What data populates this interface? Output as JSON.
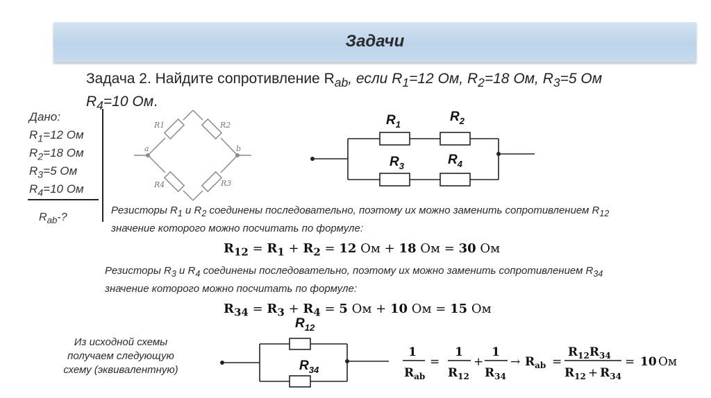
{
  "header": {
    "title": "Задачи"
  },
  "task": {
    "prefix": "Задача 2. Найдите сопротивление R",
    "sub_ab": "ab",
    "cond": ", если R",
    "s1": "1",
    "v1": "=12 Ом, R",
    "s2": "2",
    "v2": "=18 Ом, R",
    "s3": "3",
    "v3": "=5 Ом",
    "line2_r": "R",
    "s4": "4",
    "v4": "=10 Ом",
    "period": "."
  },
  "given": {
    "label": "Дано:",
    "items": [
      {
        "r": "R",
        "sub": "1",
        "val": "=12 Ом"
      },
      {
        "r": "R",
        "sub": "2",
        "val": "=18 Ом"
      },
      {
        "r": "R",
        "sub": "3",
        "val": "=5 Ом"
      },
      {
        "r": "R",
        "sub": "4",
        "val": "=10 Ом"
      }
    ],
    "find_r": "R",
    "find_sub": "ab",
    "find_q": "-?"
  },
  "diamond": {
    "r1": "R1",
    "r2": "R2",
    "r3": "R3",
    "r4": "R4",
    "a": "a",
    "b": "b"
  },
  "circuit_labels": {
    "r": "R",
    "s1": "1",
    "s2": "2",
    "s3": "3",
    "s4": "4",
    "s12": "12",
    "s34": "34"
  },
  "para1": {
    "a": "Резисторы R",
    "s1": "1",
    "b": " и R",
    "s2": "2",
    "c": " соединены последовательно, поэтому их можно заменить сопротивлением R",
    "s12": "12",
    "line2": "значение которого можно посчитать по формуле:"
  },
  "para2": {
    "a": "Резисторы R",
    "s3": "3",
    "b": " и R",
    "s4": "4",
    "c": " соединены последовательно, поэтому их можно заменить сопротивлением R",
    "s34": "34",
    "line2": "значение которого можно посчитать по формуле:"
  },
  "formula1": {
    "lhs_sub": "12",
    "r1sub": "1",
    "r2sub": "2",
    "v1": "12",
    "v2": "18",
    "res": "30",
    "unit": "Ом",
    "r": "R",
    "eq": "=",
    "plus": "+"
  },
  "formula2": {
    "lhs_sub": "34",
    "r3sub": "3",
    "r4sub": "4",
    "v1": "5",
    "v2": "10",
    "res": "15",
    "unit": "Ом",
    "r": "R",
    "eq": "=",
    "plus": "+"
  },
  "note": {
    "line1": "Из исходной схемы",
    "line2": "получаем следующую",
    "line3": "схему (эквивалентную)"
  },
  "final_formula": {
    "one": "1",
    "r": "R",
    "ab": "ab",
    "s12": "12",
    "s34": "34",
    "eq": "=",
    "plus": "+",
    "arrow": "→",
    "result": "10",
    "unit": "Ом"
  }
}
